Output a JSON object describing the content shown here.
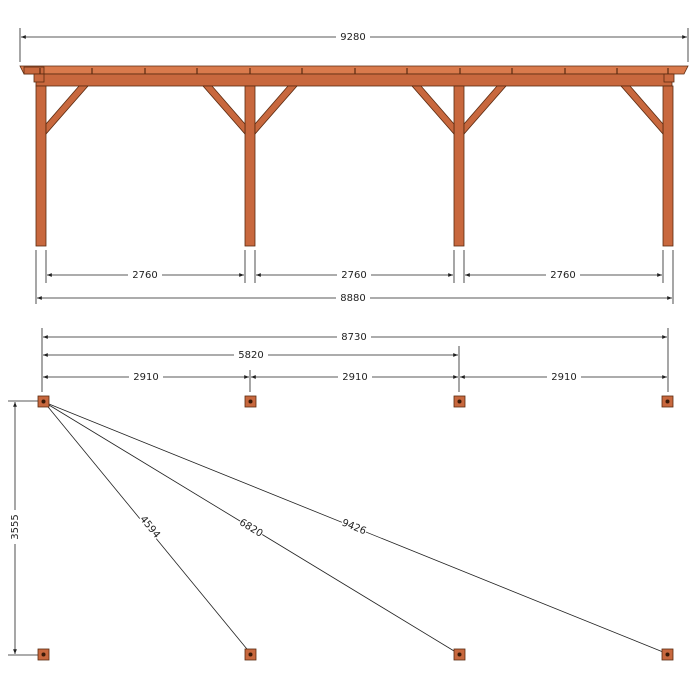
{
  "elevation": {
    "overall_length": "9280",
    "post_span": "2760",
    "post_spans": [
      "2760",
      "2760",
      "2760"
    ],
    "posts_overall": "8880"
  },
  "plan": {
    "overall": "8730",
    "half": "5820",
    "bay_spans": [
      "2910",
      "2910",
      "2910"
    ],
    "depth": "3555",
    "diagonals": [
      "4594",
      "6820",
      "9426"
    ]
  },
  "colors": {
    "wood": "#c8683e",
    "wood_outline": "#5a2a10",
    "dimension_line": "#222222"
  }
}
